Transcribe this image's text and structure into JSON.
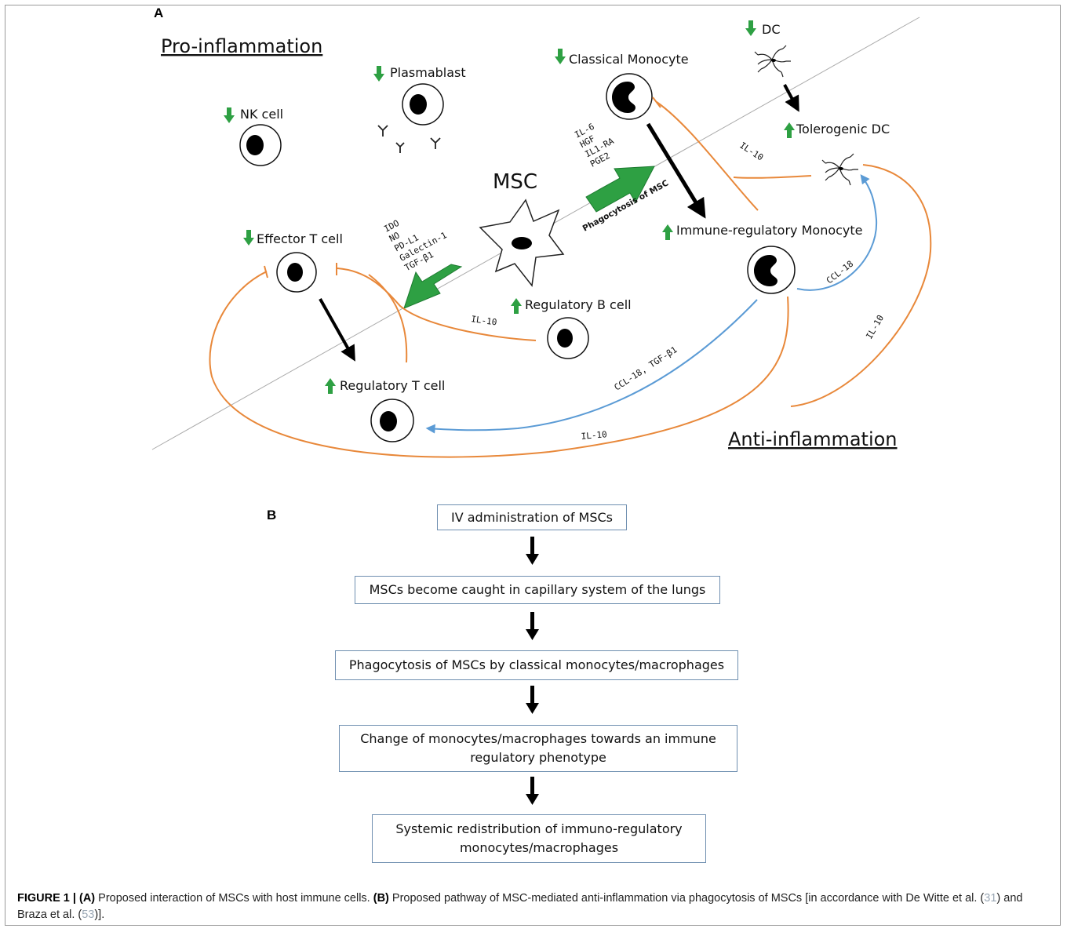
{
  "panel_a": {
    "label": "A",
    "pro_inflammation": "Pro-inflammation",
    "anti_inflammation": "Anti-inflammation",
    "msc": "MSC",
    "cells": {
      "nk": "NK cell",
      "plasmablast": "Plasmablast",
      "classical_monocyte": "Classical Monocyte",
      "dc": "DC",
      "tolerogenic_dc": "Tolerogenic DC",
      "immune_reg_monocyte": "Immune-regulatory Monocyte",
      "effector_t": "Effector T cell",
      "regulatory_b": "Regulatory B cell",
      "regulatory_t": "Regulatory T cell"
    },
    "factors_up": [
      "IL-6",
      "HGF",
      "IL1-RA",
      "PGE2"
    ],
    "factors_down": [
      "IDO",
      "NO",
      "PD-L1",
      "Galectin-1",
      "TGF-β1"
    ],
    "phagocytosis": "Phagocytosis of MSC",
    "edge_labels": {
      "il10_dc": "IL-10",
      "il10_breg": "IL-10",
      "ccl18_dc": "CCL-18",
      "ccl18_tgf": "CCL-18, TGF-β1",
      "il10_right": "IL-10",
      "il10_bottom": "IL-10"
    },
    "colors": {
      "up_arrow": "#2ea043",
      "down_arrow": "#2ea043",
      "inhibit": "#e8883a",
      "chemokine": "#5b9bd5",
      "big_arrow": "#2ea043"
    }
  },
  "panel_b": {
    "label": "B",
    "steps": [
      "IV administration of MSCs",
      "MSCs become caught in capillary system of the lungs",
      "Phagocytosis of MSCs by classical monocytes/macrophages",
      "Change of monocytes/macrophages towards an immune regulatory phenotype",
      "Systemic redistribution of immuno-regulatory monocytes/macrophages"
    ]
  },
  "caption": {
    "figure": "FIGURE 1 |",
    "a_label": "(A)",
    "a_text": "Proposed interaction of MSCs with host immune cells.",
    "b_label": "(B)",
    "b_text": "Proposed pathway of MSC-mediated anti-inflammation via phagocytosis of MSCs [in accordance with De Witte et al. (",
    "ref1": "31",
    "mid": ") and Braza et al. (",
    "ref2": "53",
    "end": ")]."
  }
}
